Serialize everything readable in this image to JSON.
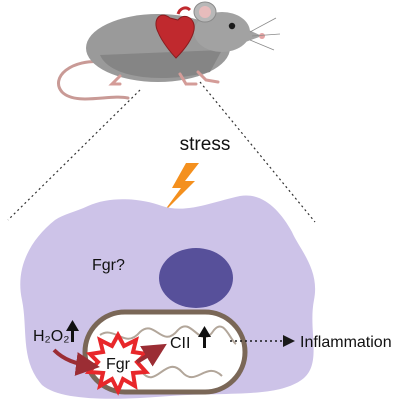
{
  "diagram": {
    "stress_label": "stress",
    "question_label": "Fgr?",
    "h2o2_label": "H₂O₂",
    "fgr_label": "Fgr",
    "cii_label": "CII",
    "inflammation_label": "Inflammation"
  },
  "colors": {
    "cell": "#cdc3e8",
    "nucleus": "#57509a",
    "mito_outer": "#7a6757",
    "mito_fill": "#ffffff",
    "burst": "#e8272a",
    "arrow": "#9b2d34",
    "bolt": "#f4901e",
    "mouse_body": "#9a9a9a",
    "heart": "#c0292e"
  }
}
